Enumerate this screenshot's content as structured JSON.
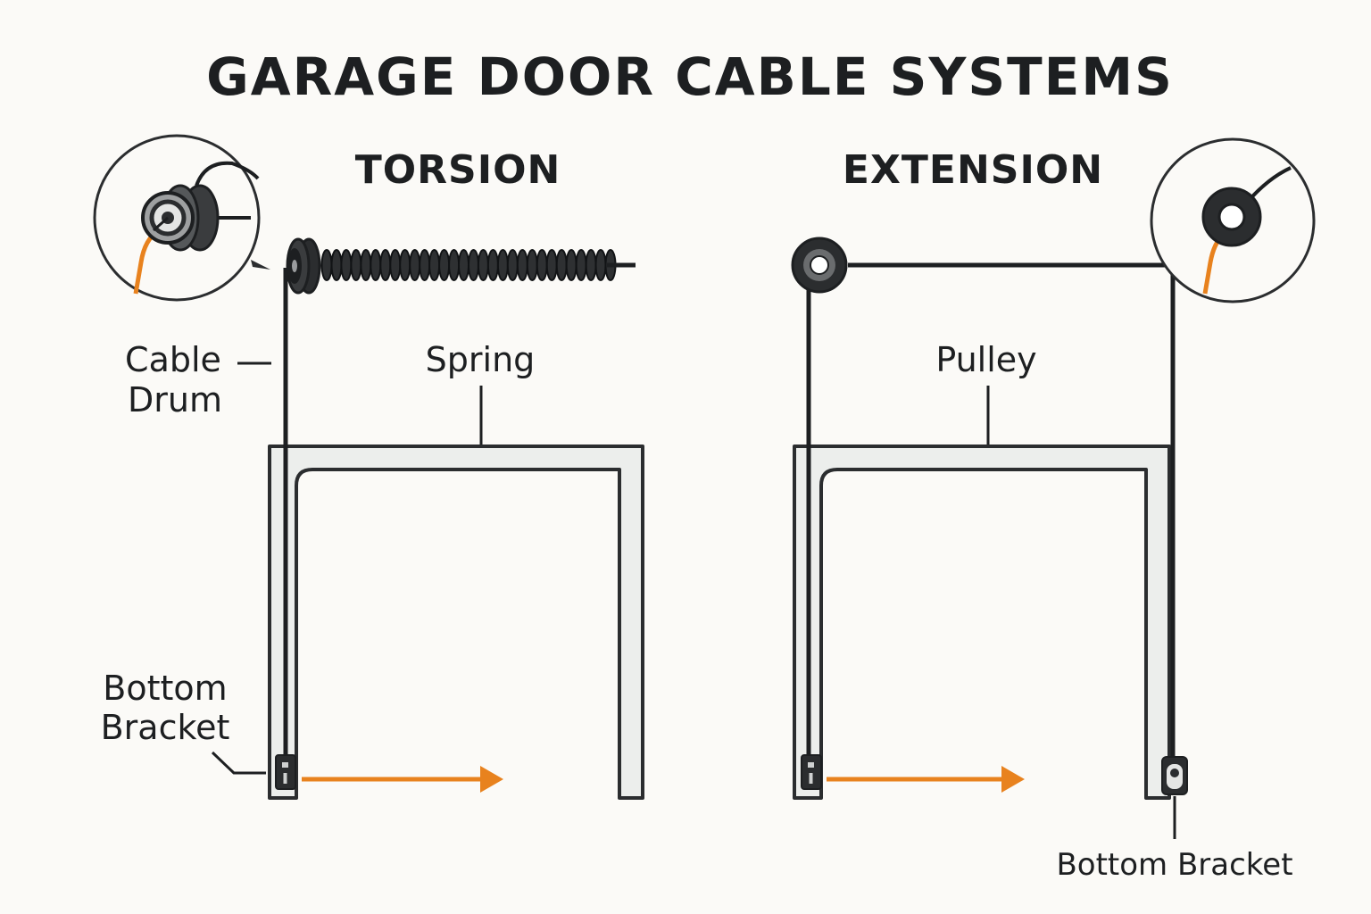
{
  "title": "GARAGE DOOR CABLE SYSTEMS",
  "colors": {
    "ink": "#1d1f21",
    "accent": "#e8821e",
    "track_fill": "#eceeec",
    "background": "#fbfaf7"
  },
  "panels": {
    "torsion": {
      "heading": "TORSION",
      "labels": {
        "cable_drum_line1": "Cable",
        "cable_drum_line2": "Drum",
        "spring": "Spring",
        "bottom_bracket_line1": "Bottom",
        "bottom_bracket_line2": "Bracket"
      }
    },
    "extension": {
      "heading": "EXTENSION",
      "labels": {
        "pulley": "Pulley",
        "bottom_bracket": "Bottom Bracket"
      }
    }
  }
}
